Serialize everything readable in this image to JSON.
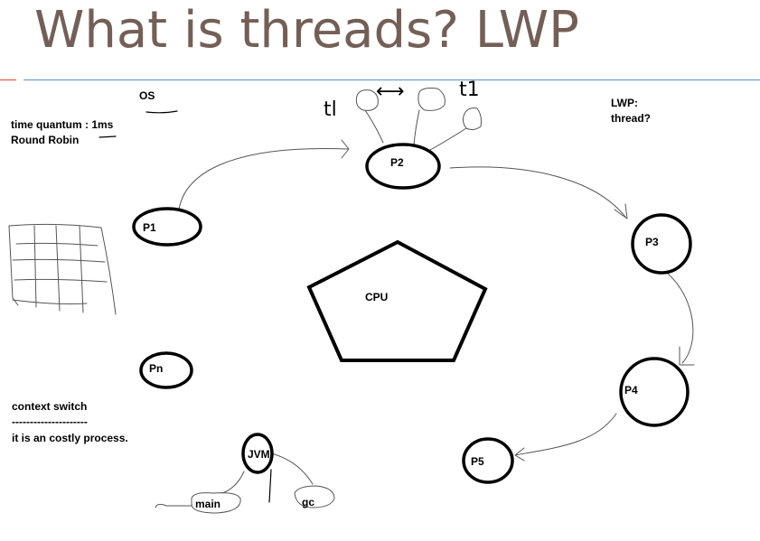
{
  "slide": {
    "title": "What is threads? LWP"
  },
  "notes": {
    "os": "OS",
    "time_quantum": "time quantum : 1ms",
    "round_robin": "Round Robin",
    "lwp": "LWP:",
    "thread_q": "thread?",
    "context_switch": "context switch",
    "dashes": "---------------------",
    "costly": "it is an costly process."
  },
  "diagram": {
    "cpu": "CPU",
    "processes": {
      "p1": "P1",
      "p2": "P2",
      "p3": "P3",
      "p4": "P4",
      "p5": "P5",
      "pn": "Pn"
    },
    "handwriting": {
      "t1_left": "tl",
      "t1_right": "t1",
      "swap_arrow": "⟷"
    },
    "jvm": {
      "label": "JVM",
      "main": "main",
      "gc": "gc"
    }
  }
}
